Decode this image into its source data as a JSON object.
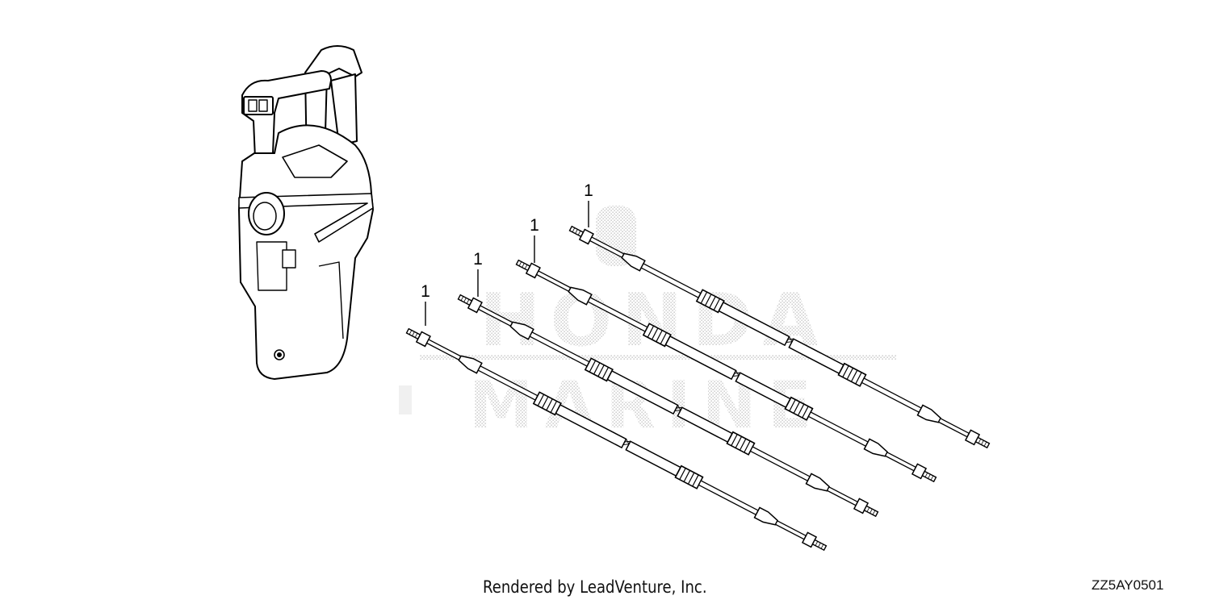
{
  "diagram": {
    "callouts": [
      {
        "label": "1"
      },
      {
        "label": "1"
      },
      {
        "label": "1"
      },
      {
        "label": "1"
      }
    ],
    "watermark_icon": "honda-marine-watermark",
    "control_box_icon": "remote-control-box-icon",
    "cable_icon": "control-cable-icon"
  },
  "footer": {
    "credit": "Rendered by LeadVenture, Inc.",
    "part_code": "ZZ5AY0501"
  }
}
